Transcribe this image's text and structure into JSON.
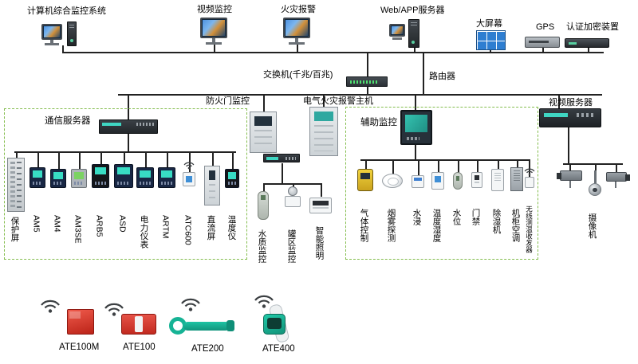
{
  "top_nodes": [
    {
      "label": "计算机综合监控系统"
    },
    {
      "label": "视频监控"
    },
    {
      "label": "火灾报警"
    },
    {
      "label": "Web/APP服务器"
    },
    {
      "label": "大屏幕"
    },
    {
      "label": "GPS"
    },
    {
      "label": "认证加密装置"
    }
  ],
  "network": {
    "switch_label": "交换机(千兆/百兆)",
    "router_label": "路由器"
  },
  "branch_labels": {
    "fire_door": "防火门监控",
    "electrical_fire_host": "电气火灾报警主机",
    "video_server": "视频服务器",
    "camera": "摄像机"
  },
  "comm_box": {
    "title": "通信服务器",
    "devices": [
      {
        "label": "保护屏"
      },
      {
        "label": "AM5"
      },
      {
        "label": "AM4"
      },
      {
        "label": "AM3SE"
      },
      {
        "label": "ARB5"
      },
      {
        "label": "ASD"
      },
      {
        "label": "电力仪表"
      },
      {
        "label": "ARTM"
      },
      {
        "label": "ATC600"
      },
      {
        "label": "直流屏"
      },
      {
        "label": "温度仪"
      }
    ]
  },
  "process_branch": {
    "devices": [
      {
        "label": "水质监控"
      },
      {
        "label": "罐区监控"
      },
      {
        "label": "智能照明"
      }
    ]
  },
  "aux_box": {
    "title": "辅助监控",
    "devices": [
      {
        "label": "气体控制"
      },
      {
        "label": "烟雾探测"
      },
      {
        "label": "水浸"
      },
      {
        "label": "温度湿度"
      },
      {
        "label": "水位"
      },
      {
        "label": "门禁"
      },
      {
        "label": "除湿机"
      },
      {
        "label": "机柜空调"
      },
      {
        "label": "无线测温收发器"
      }
    ]
  },
  "wireless_products": {
    "devices": [
      {
        "label": "ATE100M"
      },
      {
        "label": "ATE100"
      },
      {
        "label": "ATE200"
      },
      {
        "label": "ATE400"
      }
    ]
  },
  "colors": {
    "group_box_green": "#84bd4e",
    "line": "#222222",
    "screen_teal": "#38dcc4",
    "big_screen_blue": "#2e7ed1",
    "device_red": "#c22a20",
    "device_green": "#16b395"
  }
}
